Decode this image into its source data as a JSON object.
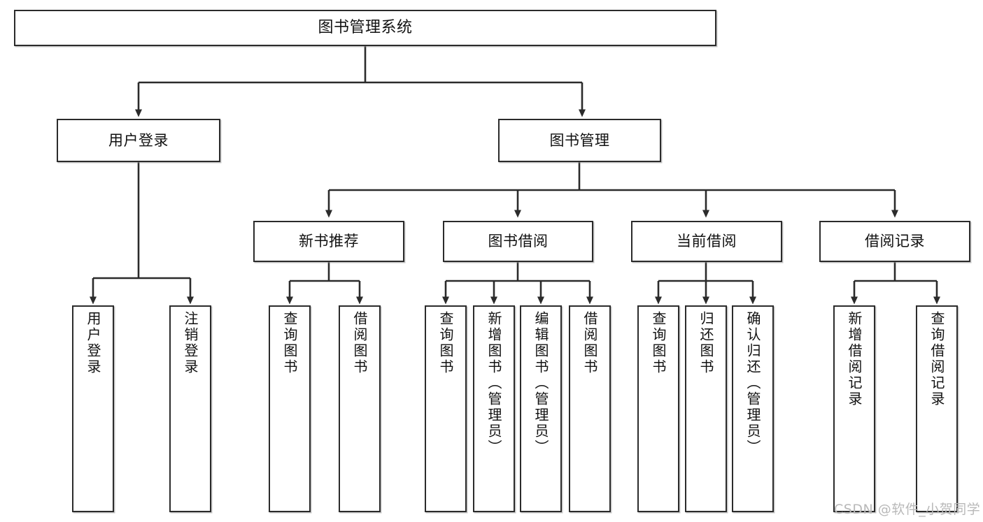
{
  "diagram": {
    "title": "图书管理系统",
    "type": "tree-hierarchy-chart",
    "root": {
      "label": "图书管理系统"
    },
    "level2": [
      {
        "label": "用户登录"
      },
      {
        "label": "图书管理"
      }
    ],
    "level3": [
      {
        "label": "新书推荐"
      },
      {
        "label": "图书借阅"
      },
      {
        "label": "当前借阅"
      },
      {
        "label": "借阅记录"
      }
    ],
    "leaves": {
      "user_login": [
        {
          "label": "用户登录"
        },
        {
          "label": "注销登录"
        }
      ],
      "new_book_recommend": [
        {
          "label": "查询图书"
        },
        {
          "label": "借阅图书"
        }
      ],
      "book_borrow": [
        {
          "label": "查询图书"
        },
        {
          "label": "新增图书（管理员）"
        },
        {
          "label": "编辑图书（管理员）"
        },
        {
          "label": "借阅图书"
        }
      ],
      "current_borrow": [
        {
          "label": "查询图书"
        },
        {
          "label": "归还图书"
        },
        {
          "label": "确认归还（管理员）"
        }
      ],
      "borrow_record": [
        {
          "label": "新增借阅记录"
        },
        {
          "label": "查询借阅记录"
        }
      ]
    }
  },
  "watermark": {
    "text": "CSDN @软件_小贺同学"
  },
  "colors": {
    "border": "#2b2b2b",
    "background": "#ffffff",
    "text": "#111111",
    "watermark": "#b9b9b9"
  }
}
